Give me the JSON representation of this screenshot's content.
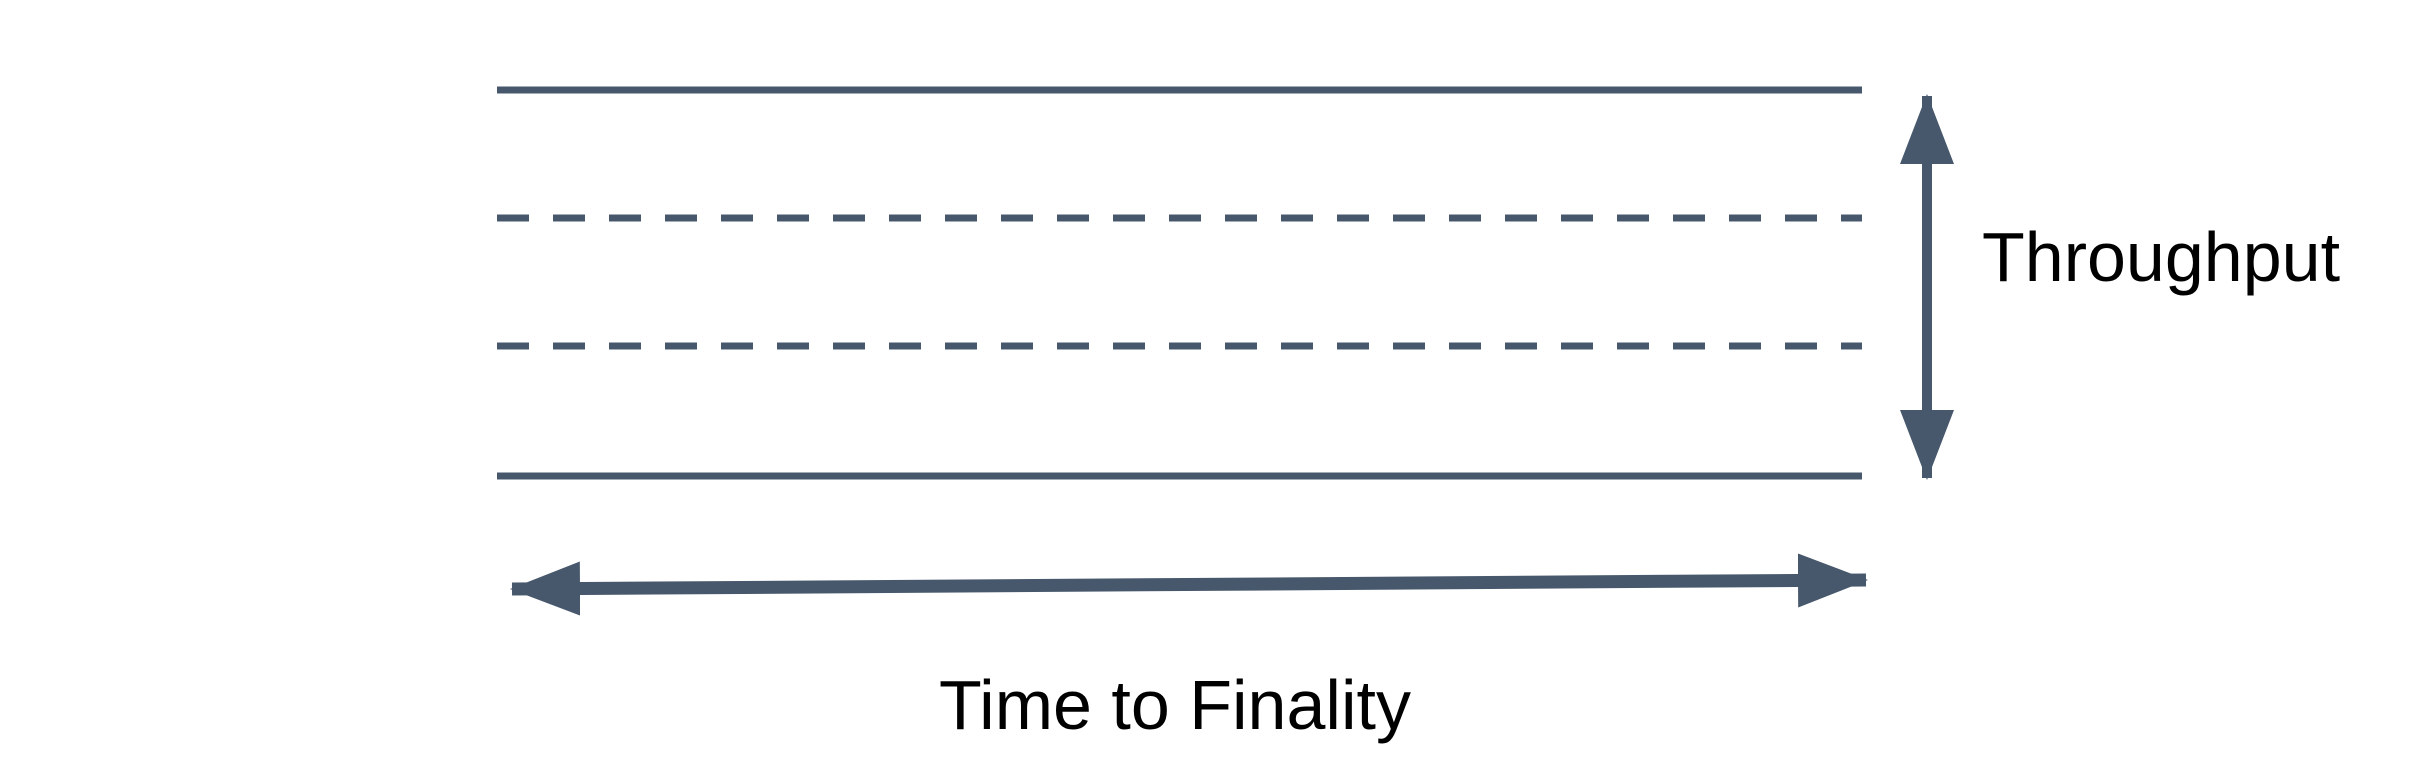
{
  "labels": {
    "throughput": "Throughput",
    "time_to_finality": "Time to Finality"
  },
  "colors": {
    "shape": "#47586C",
    "text": "#000000",
    "background": "#ffffff"
  },
  "diagram": {
    "type": "annotated-band",
    "description": "A horizontal band bounded by two solid lines with two dashed lines inside; a vertical double-headed arrow measures the band height (Throughput) and a horizontal double-headed arrow measures its length (Time to Finality).",
    "band_lines": [
      {
        "style": "solid",
        "position": "top boundary"
      },
      {
        "style": "dashed",
        "position": "inner line 1"
      },
      {
        "style": "dashed",
        "position": "inner line 2"
      },
      {
        "style": "solid",
        "position": "bottom boundary"
      }
    ],
    "arrows": [
      {
        "orientation": "vertical",
        "double_headed": true,
        "label": "Throughput"
      },
      {
        "orientation": "horizontal",
        "double_headed": true,
        "label": "Time to Finality"
      }
    ]
  }
}
